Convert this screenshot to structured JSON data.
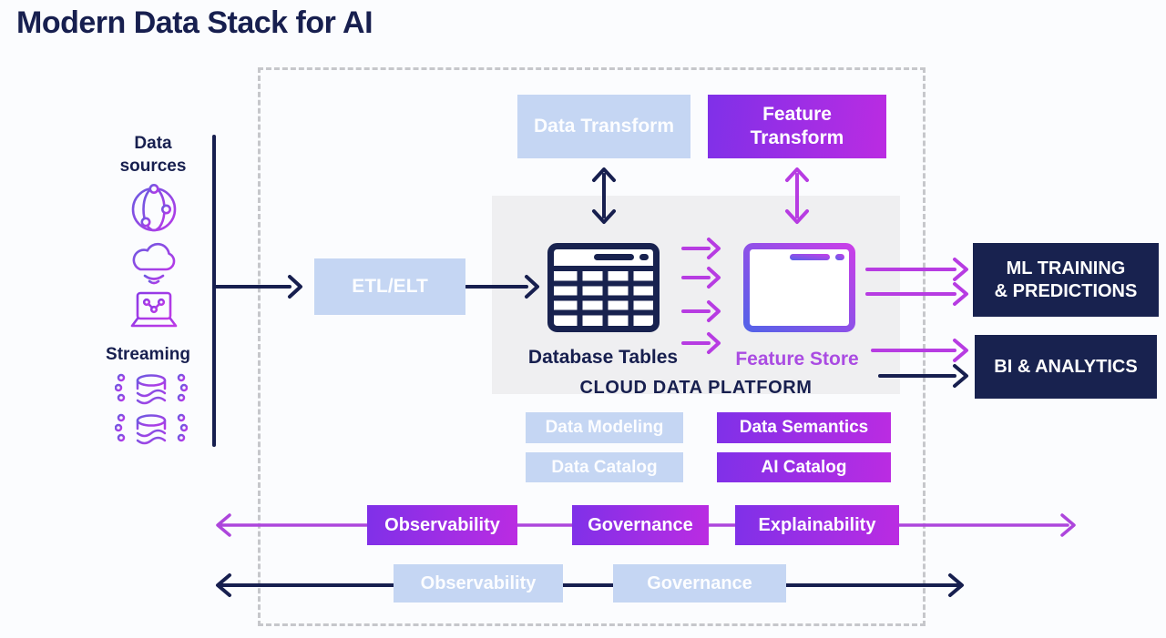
{
  "title": "Modern Data Stack for AI",
  "colors": {
    "navy": "#171f4f",
    "light_blue": "#c5d6f3",
    "purple_gradient_start": "#7f30e8",
    "purple_gradient_end": "#bb2ce2",
    "magenta_arrow": "#b73ce2",
    "platform_gray": "#efeff1",
    "feature_store_text": "#aa4ce2"
  },
  "sources": {
    "data_sources_label": "Data sources",
    "streaming_label": "Streaming",
    "icons": [
      "globe-network",
      "cloud-streaming",
      "laptop-share",
      "streaming-database",
      "streaming-database"
    ]
  },
  "pipeline": {
    "etl": "ETL/ELT",
    "data_transform": "Data Transform",
    "feature_transform_line1": "Feature",
    "feature_transform_line2": "Transform",
    "database_tables": "Database Tables",
    "feature_store": "Feature Store",
    "platform_caption": "CLOUD DATA PLATFORM"
  },
  "outputs": {
    "ml_line1": "ML TRAINING",
    "ml_line2": "& PREDICTIONS",
    "bi": "BI & ANALYTICS"
  },
  "catalog": {
    "data_modeling": "Data Modeling",
    "data_semantics": "Data Semantics",
    "data_catalog": "Data Catalog",
    "ai_catalog": "AI Catalog"
  },
  "governance": {
    "purple_row": [
      "Observability",
      "Governance",
      "Explainability"
    ],
    "blue_row": [
      "Observability",
      "Governance"
    ]
  }
}
